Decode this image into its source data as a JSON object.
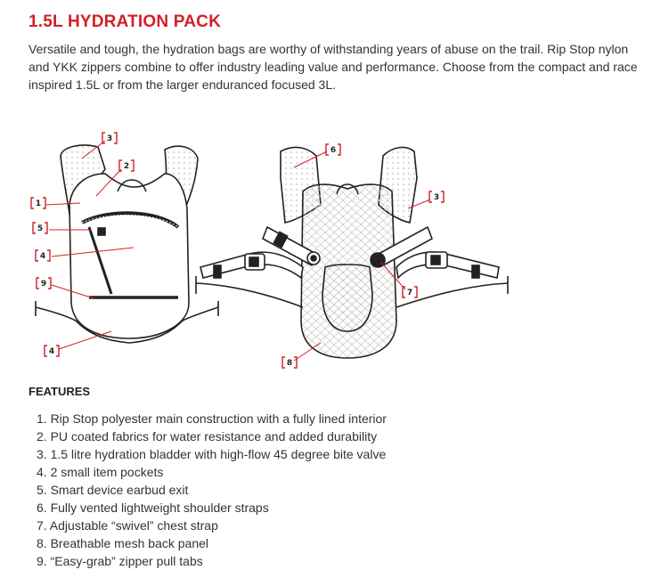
{
  "title": "1.5L HYDRATION PACK",
  "description": "Versatile and tough, the hydration bags are worthy of withstanding years of abuse on the trail. Rip Stop nylon and YKK zippers combine to offer industry leading value and performance. Choose from the compact and race inspired 1.5L or from the larger enduranced focused 3L.",
  "colors": {
    "accent": "#d32027",
    "text": "#333333",
    "line": "#222222"
  },
  "diagram": {
    "callouts": [
      "3",
      "2",
      "1",
      "5",
      "4",
      "9",
      "4",
      "6",
      "3",
      "7",
      "8"
    ]
  },
  "features_heading": "FEATURES",
  "features": [
    "1. Rip Stop polyester main construction with a fully lined interior",
    "2. PU coated fabrics for water resistance and added durability",
    "3. 1.5 litre hydration bladder with high-flow 45 degree bite valve",
    "4. 2 small item pockets",
    "5. Smart device earbud exit",
    "6. Fully vented lightweight shoulder straps",
    "7. Adjustable “swivel” chest strap",
    "8. Breathable mesh back panel",
    "9. “Easy-grab” zipper pull tabs"
  ]
}
